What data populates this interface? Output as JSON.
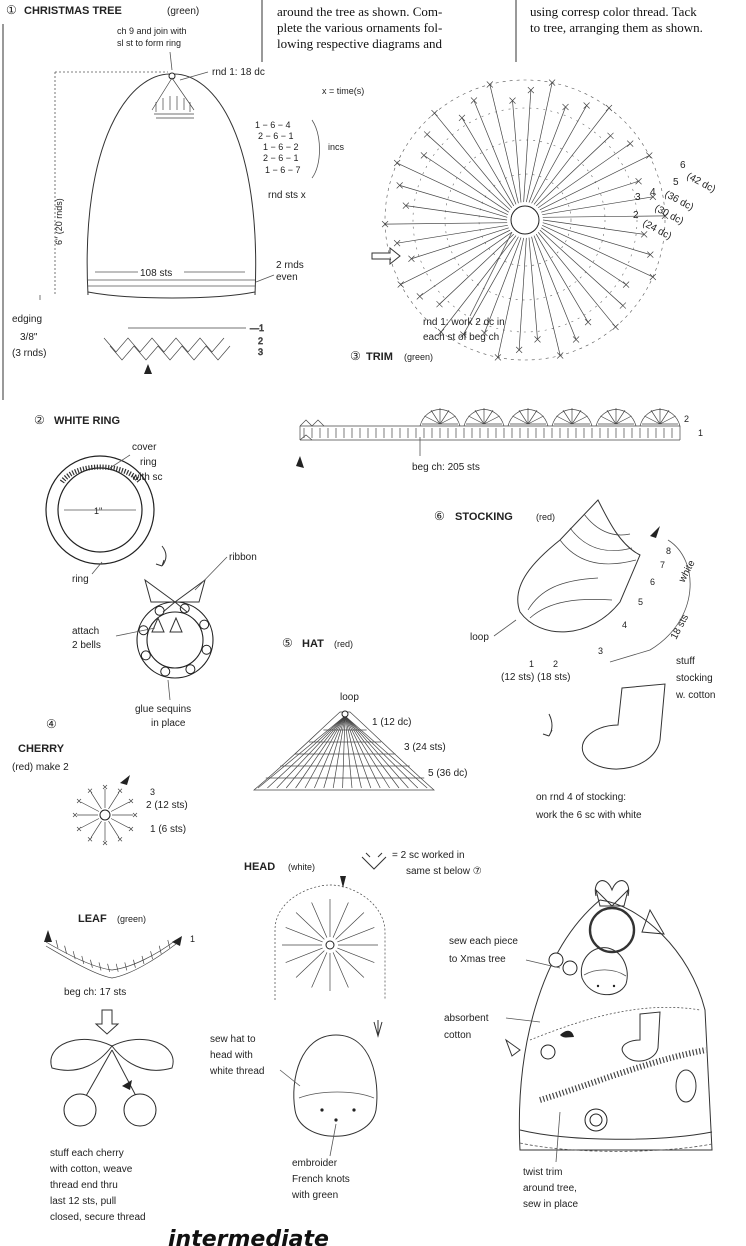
{
  "header": {
    "col1": {
      "num": "①",
      "title": "CHRISTMAS TREE",
      "color": "(green)"
    },
    "col2": [
      "around the tree as shown. Com-",
      "plete the various ornaments fol-",
      "lowing respective diagrams and"
    ],
    "col3": [
      "using corresp color thread. Tack",
      "to tree, arranging them as shown."
    ]
  },
  "tree": {
    "ch9": [
      "ch 9 and join with",
      "sl st to form ring"
    ],
    "rnd1": "rnd 1:  18 dc",
    "xlegend": "x = time(s)",
    "incs": [
      "1 − 6 − 4",
      "2 − 6 − 1",
      "1 − 6 − 2",
      "2 − 6 − 1",
      "1 − 6 − 7"
    ],
    "incs_label": "incs",
    "rnd_sts_x": "rnd  sts  x",
    "height": "6\" (20 rnds)",
    "sts108": "108 sts",
    "even": [
      "2 rnds",
      "even"
    ],
    "edging": [
      "edging",
      "3/8\"",
      "(3 rnds)"
    ]
  },
  "circle": {
    "labels": [
      "6",
      "5",
      "4",
      "3",
      "2"
    ],
    "counts": [
      "(42 dc)",
      "(36 dc)",
      "(30 dc)",
      "(24 dc)"
    ],
    "rnd1": [
      "rnd 1:  work 2 dc in",
      "each st of beg ch"
    ]
  },
  "trim": {
    "num": "③",
    "title": "TRIM",
    "color": "(green)",
    "begch": "beg ch:  205 sts",
    "r2": "2",
    "r1": "1"
  },
  "white_ring": {
    "num": "②",
    "title": "WHITE RING",
    "cover": [
      "cover",
      "ring",
      "with sc"
    ],
    "size": "1\"",
    "ring": "ring",
    "ribbon": "ribbon",
    "bells": [
      "attach",
      "2 bells"
    ],
    "glue": [
      "glue sequins",
      "in place"
    ]
  },
  "stocking": {
    "num": "⑥",
    "title": "STOCKING",
    "color": "(red)",
    "white": "white",
    "sts18": "18 sts",
    "loop": "loop",
    "rnds": [
      "8",
      "7",
      "6",
      "5",
      "4",
      "3"
    ],
    "r1": "1",
    "r2": "2",
    "bottom": "(12 sts)  (18 sts)",
    "stuff": [
      "stuff",
      "stocking",
      "w. cotton"
    ],
    "rnd4": [
      "on rnd 4 of stocking:",
      "work the 6 sc with white"
    ]
  },
  "hat": {
    "num": "⑤",
    "title": "HAT",
    "color": "(red)",
    "loop": "loop",
    "r1": "1 (12 dc)",
    "r3": "3 (24 sts)",
    "r5": "5 (36 dc)"
  },
  "cherry": {
    "num": "④",
    "title": "CHERRY",
    "make": "(red) make 2",
    "r3": "3",
    "r2": "2  (12 sts)",
    "r1": "1 (6 sts)"
  },
  "head": {
    "title": "HEAD",
    "color": "(white)",
    "legend": [
      "= 2 sc worked in",
      "same st below ⑦"
    ]
  },
  "leaf": {
    "title": "LEAF",
    "color": "(green)",
    "r1": "1",
    "begch": "beg ch:  17 sts",
    "stuff": [
      "stuff each cherry",
      "with cotton, weave",
      "thread end thru",
      "last 12 sts, pull",
      "closed, secure thread"
    ]
  },
  "assembly": {
    "sewhat": [
      "sew hat to",
      "head with",
      "white thread"
    ],
    "embroider": [
      "embroider",
      "French knots",
      "with green"
    ],
    "sew": [
      "sew each piece",
      "to Xmas tree"
    ],
    "cotton": [
      "absorbent",
      "cotton"
    ],
    "twist": [
      "twist trim",
      "around tree,",
      "sew in place"
    ]
  },
  "footer": {
    "text": "intermediate"
  }
}
